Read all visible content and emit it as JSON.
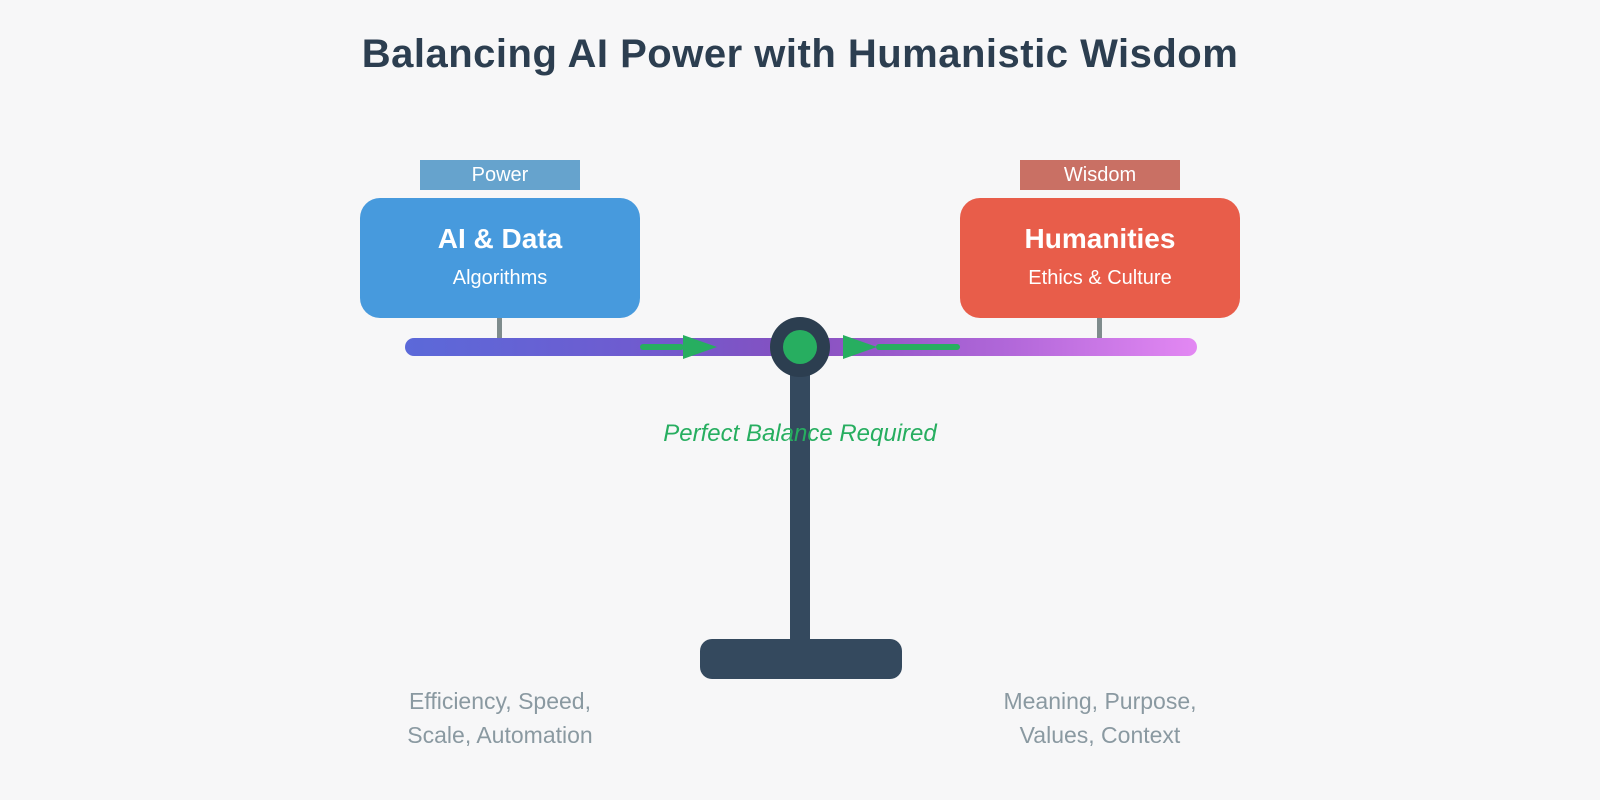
{
  "title": "Balancing AI Power with Humanistic Wisdom",
  "left": {
    "tag": "Power",
    "heading": "AI & Data",
    "subheading": "Algorithms",
    "footnote_line1": "Efficiency, Speed,",
    "footnote_line2": "Scale, Automation"
  },
  "right": {
    "tag": "Wisdom",
    "heading": "Humanities",
    "subheading": "Ethics & Culture",
    "footnote_line1": "Meaning, Purpose,",
    "footnote_line2": "Values, Context"
  },
  "center": {
    "caption": "Perfect Balance Required"
  },
  "colors": {
    "background": "#f7f7f8",
    "title_text": "#2c3e50",
    "power_tag": "#66a3cd",
    "wisdom_tag": "#c97064",
    "ai_box": "#479add",
    "humanities_box": "#e85d4a",
    "beam_gradient_left": "#5b69d9",
    "beam_gradient_mid": "#8650c0",
    "beam_gradient_right": "#e388f3",
    "accent_green": "#27ae60",
    "stand": "#34495e",
    "pivot_ring": "#2c3e50",
    "connector_gray": "#7f8c8d",
    "footnote_gray": "#8a99a1"
  }
}
